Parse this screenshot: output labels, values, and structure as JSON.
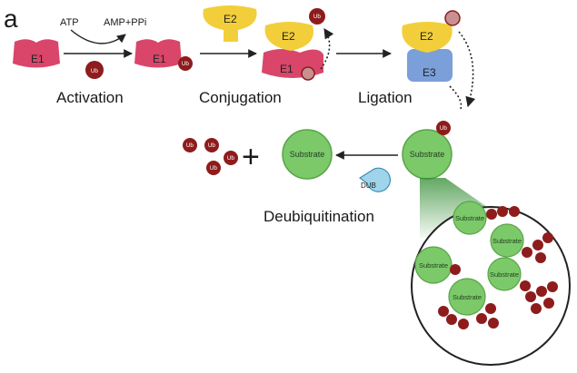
{
  "panel_letter": "a",
  "labels": {
    "atp": "ATP",
    "amp_ppi": "AMP+PPi",
    "e1": "E1",
    "e2": "E2",
    "e3": "E3",
    "ub": "Ub",
    "dub": "DUB",
    "substrate": "Substrate",
    "plus": "+"
  },
  "stages": {
    "activation": "Activation",
    "conjugation": "Conjugation",
    "ligation": "Ligation",
    "deubiquitination": "Deubiquitination"
  },
  "colors": {
    "e1": "#d9466a",
    "e2": "#f2cf3a",
    "e3": "#7b9fd9",
    "ub": "#8e1c1c",
    "substrate": "#7cc96a",
    "dub": "#9fd4ea",
    "zoom_cone": "#2f8a2f"
  }
}
